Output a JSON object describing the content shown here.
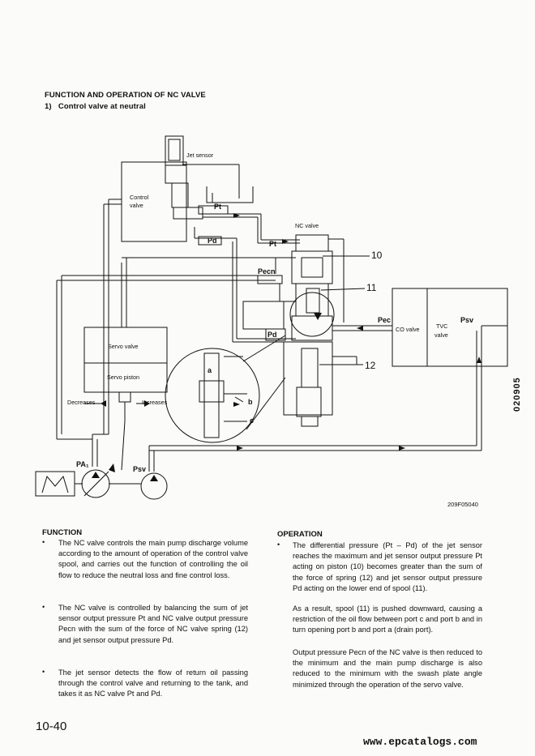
{
  "title": "FUNCTION AND OPERATION OF NC VALVE",
  "subtitle": "1)   Control valve at neutral",
  "diagram": {
    "labels": {
      "jet_sensor": "Jet sensor",
      "control_valve_1": "Control",
      "control_valve_2": "valve",
      "nc_valve": "NC valve",
      "pt_top": "Pt",
      "pd_top": "Pd",
      "pt_mid": "Pt",
      "pecn": "Pecn",
      "pd_mid": "Pd",
      "pec": "Pec",
      "psv_right": "Psv",
      "co_valve": "CO valve",
      "tvc_1": "TVC",
      "tvc_2": "valve",
      "servo_valve": "Servo valve",
      "servo_piston": "Servo piston",
      "decreases": "Decreases",
      "increases": "Increases",
      "pa1": "PA₁",
      "psv_pump": "Psv",
      "port_a": "a",
      "port_b": "b",
      "port_c": "c",
      "num_10": "10",
      "num_11": "11",
      "num_12": "12"
    },
    "figure_id": "209F05040"
  },
  "function": {
    "heading": "FUNCTION",
    "items": [
      "The NC valve controls the main pump discharge volume according to the amount of operation of the control valve spool, and carries out the function of controlling the oil flow to reduce the neutral loss and fine control loss.",
      "The NC valve is controlled by balancing the sum of jet sensor output pressure Pt and NC valve output pressure Pecn with the sum of the force of NC valve spring (12) and jet sensor output pressure Pd.",
      "The jet sensor detects the flow of return oil passing through the control valve and returning to the tank, and takes it as NC valve Pt and Pd."
    ]
  },
  "operation": {
    "heading": "OPERATION",
    "paragraphs": [
      "The differential pressure (Pt – Pd) of the jet sensor reaches the maximum and jet sensor output pressure Pt acting on piston (10) becomes greater than the sum of the force of spring (12) and jet sensor output pressure Pd acting on the lower end of spool (11).",
      "As a result, spool (11) is pushed downward, causing a restriction of the oil flow between port c and port b and in turn opening port b and port a (drain port).",
      "Output pressure Pecn of the NC valve is then reduced to the minimum and the main pump discharge is also reduced to the minimum with the swash plate angle minimized through the operation of the servo valve."
    ]
  },
  "page_number": "10-40",
  "doc_code": "020905",
  "watermark": "www.epcatalogs.com"
}
